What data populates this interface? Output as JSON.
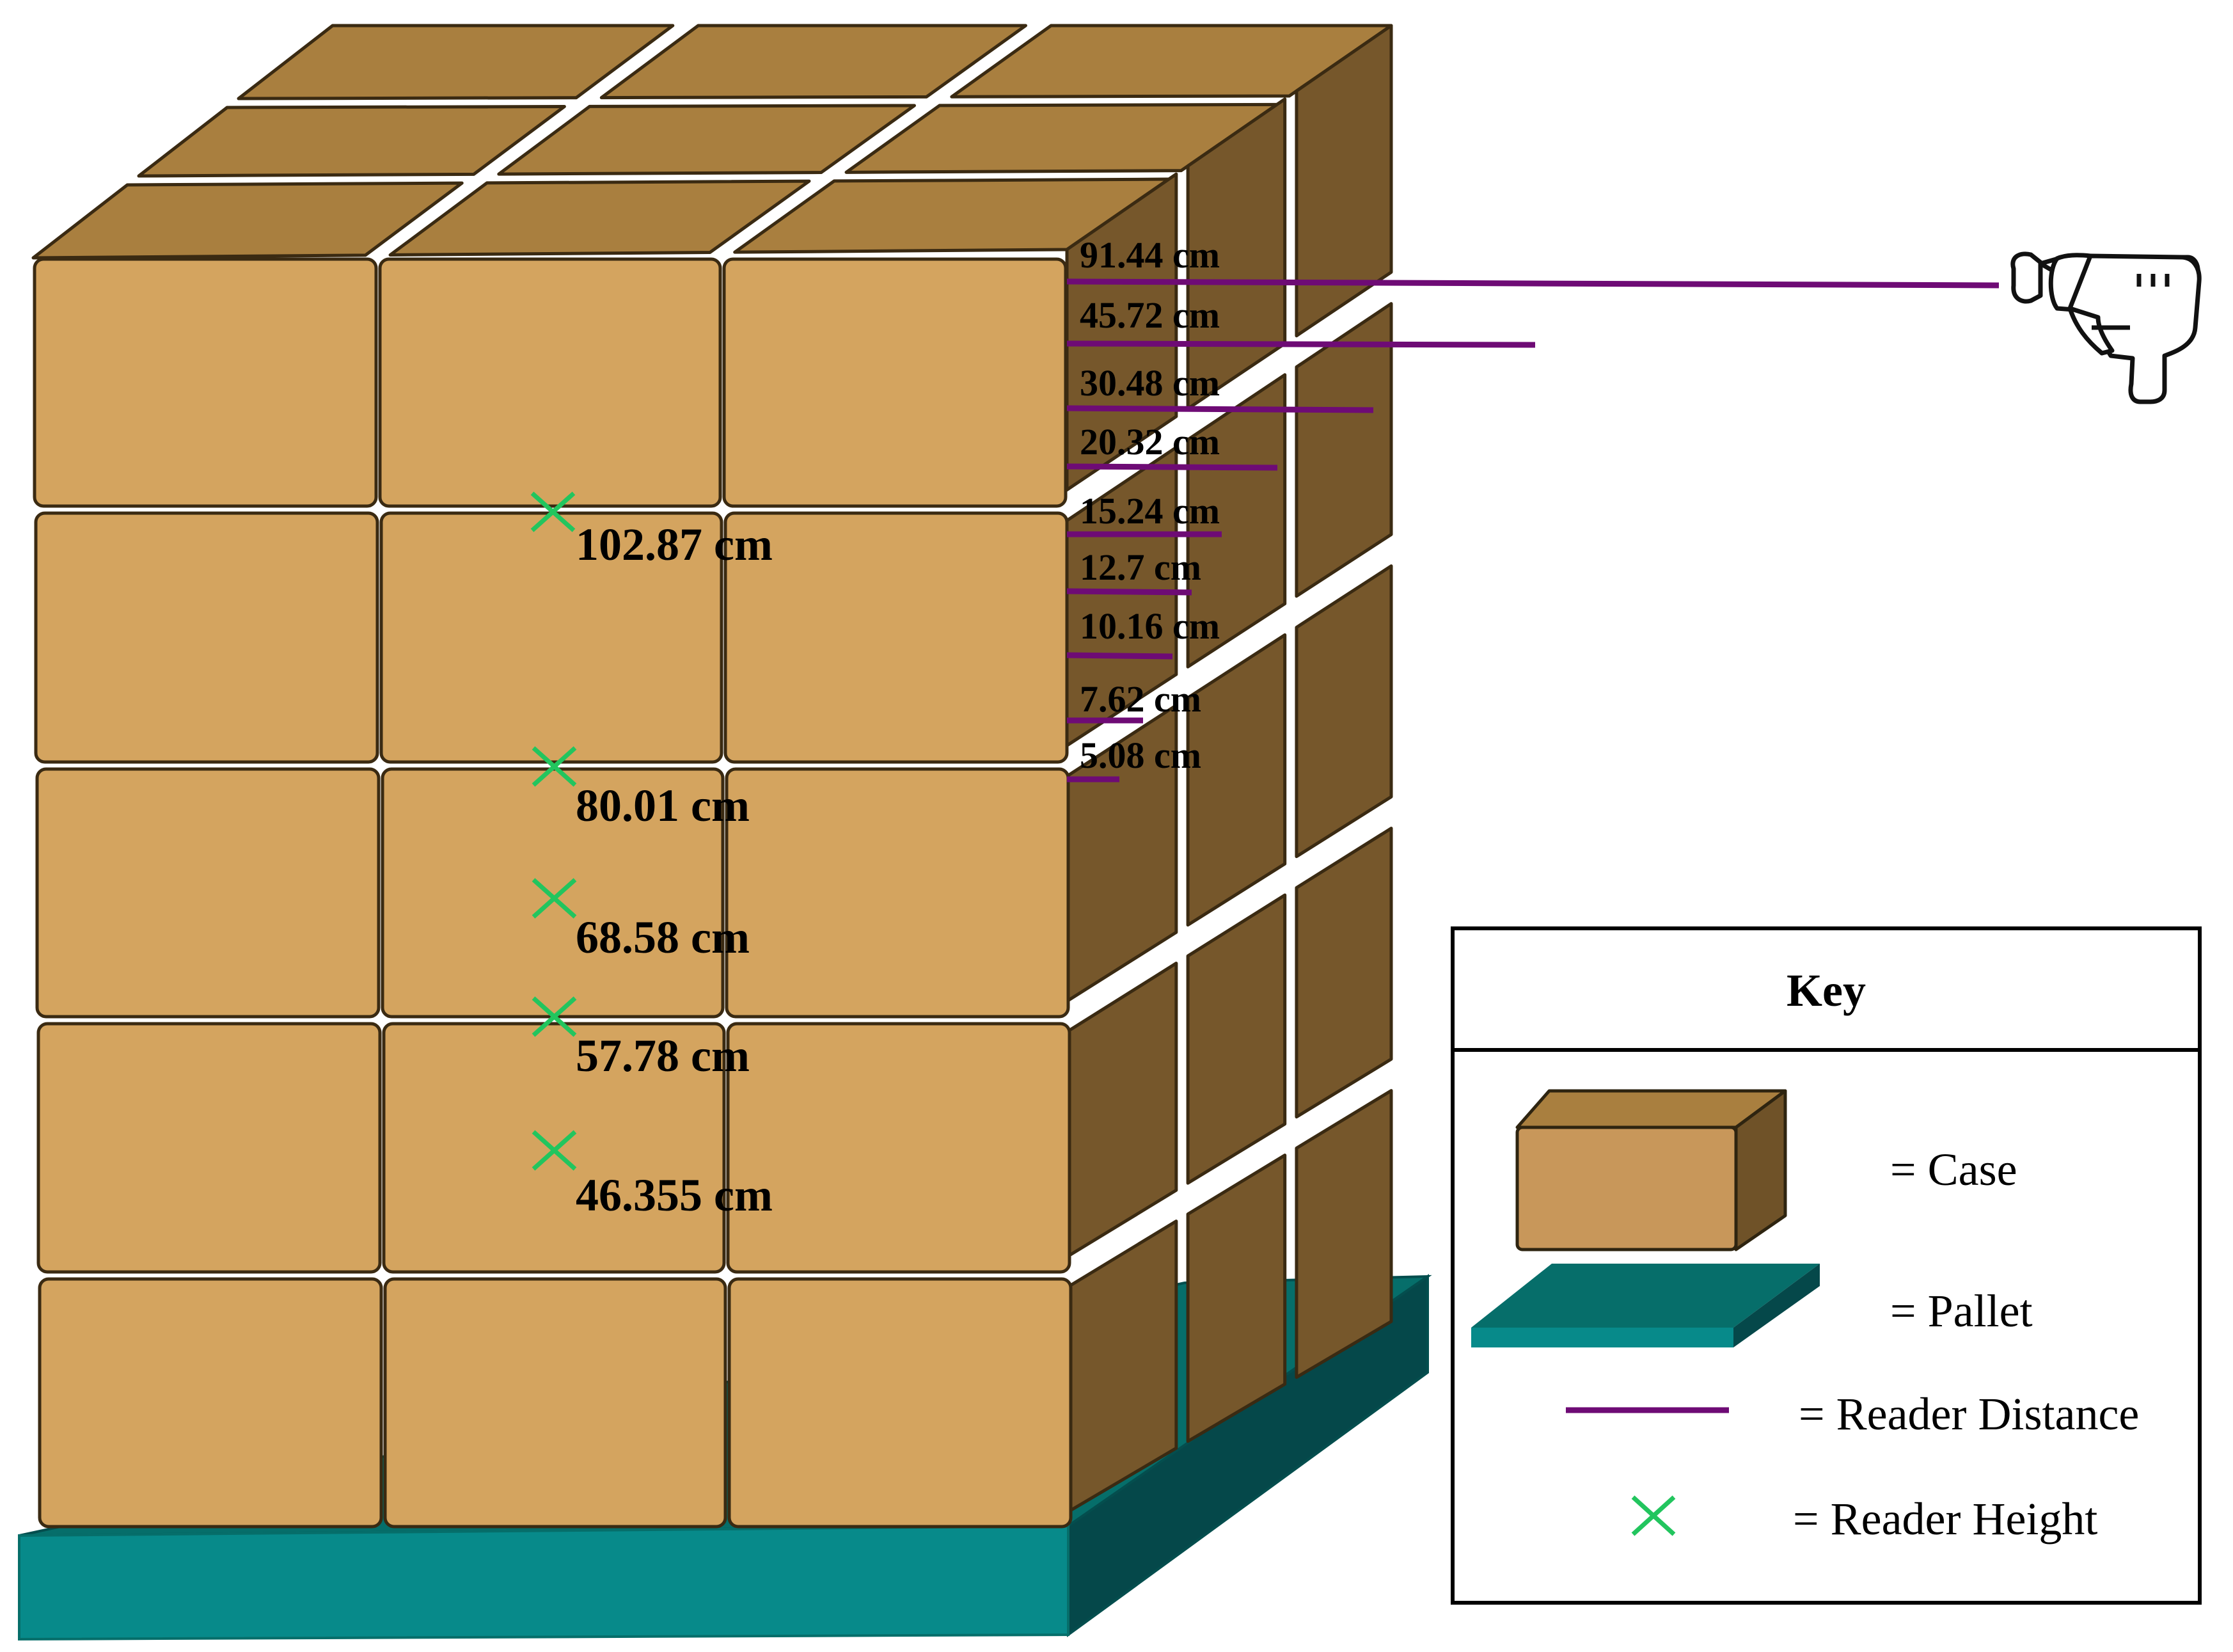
{
  "distance_labels": [
    "91.44 cm",
    "45.72 cm",
    "30.48 cm",
    "20.32 cm",
    "15.24 cm",
    "12.7 cm",
    "10.16 cm",
    "7.62 cm",
    "5.08 cm"
  ],
  "height_labels": [
    "102.87 cm",
    "80.01 cm",
    "68.58 cm",
    "57.78 cm",
    "46.355 cm"
  ],
  "key": {
    "title": "Key",
    "case": "= Case",
    "pallet": "= Pallet",
    "reader_distance": "= Reader Distance",
    "reader_height": "= Reader Height"
  },
  "colors": {
    "case_front": "#d4a45f",
    "case_top": "#a97f3f",
    "case_side": "#76572b",
    "pallet_front": "#078a8a",
    "pallet_top": "#066e6a",
    "pallet_side": "#05484a",
    "reader_line": "#6e0b75",
    "height_marker": "#22c55e"
  },
  "icons": {
    "reader": "rfid-reader-gun-icon",
    "marker": "x-mark-icon"
  }
}
